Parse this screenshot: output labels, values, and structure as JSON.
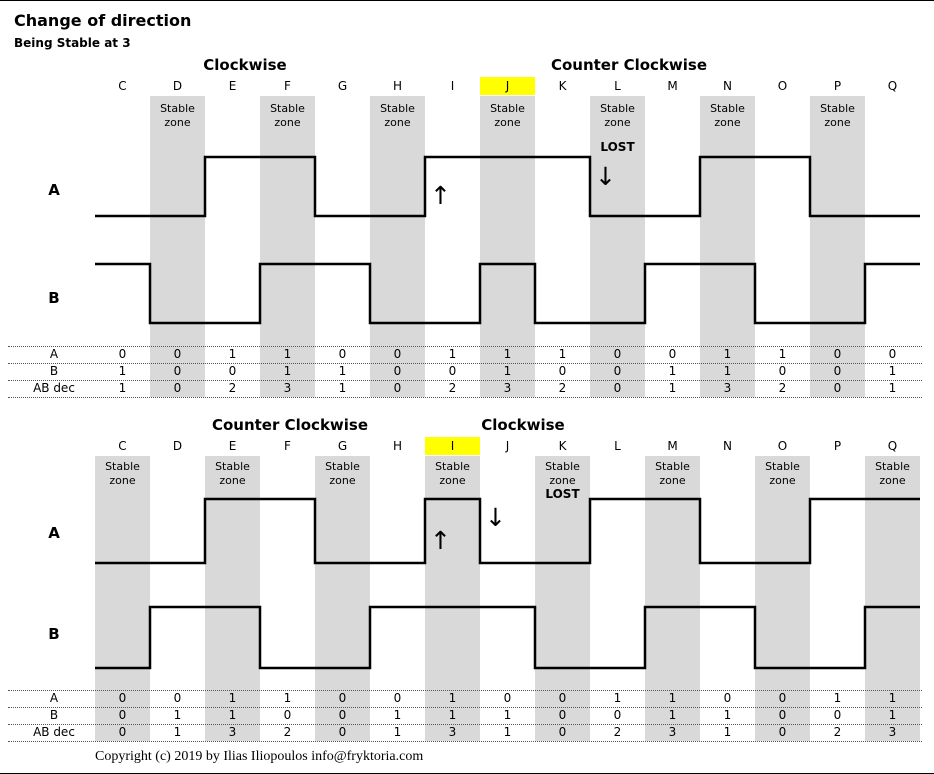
{
  "page": {
    "title": "Change of direction",
    "subtitle": "Being Stable at 3",
    "copyright": "Copyright (c) 2019 by Ilias Iliopoulos info@fryktoria.com"
  },
  "colors": {
    "stable_zone_fill": "#d9d9d9",
    "highlight_fill": "#ffff00",
    "signal_stroke": "#000000"
  },
  "labels": {
    "stable_zone": "Stable zone",
    "lost": "LOST",
    "signal_a": "A",
    "signal_b": "B",
    "row_a": "A",
    "row_b": "B",
    "row_ab_dec": "AB dec",
    "arrow_up": "↑",
    "arrow_down": "↓"
  },
  "panels": [
    {
      "heading_left": "Clockwise",
      "heading_right": "Counter Clockwise",
      "columns": [
        "C",
        "D",
        "E",
        "F",
        "G",
        "H",
        "I",
        "J",
        "K",
        "L",
        "M",
        "N",
        "O",
        "P",
        "Q"
      ],
      "stable_columns": [
        "D",
        "F",
        "H",
        "J",
        "L",
        "N",
        "P"
      ],
      "highlight_column": "J",
      "lost_column": "L",
      "arrow_up_column": "I",
      "arrow_down_column": "L",
      "signal_a_levels": [
        0,
        0,
        1,
        1,
        0,
        0,
        1,
        1,
        1,
        0,
        0,
        1,
        1,
        0,
        0
      ],
      "signal_b_levels": [
        1,
        0,
        0,
        1,
        1,
        0,
        0,
        1,
        0,
        0,
        1,
        1,
        0,
        0,
        1
      ],
      "table": {
        "A": [
          0,
          0,
          1,
          1,
          0,
          0,
          1,
          1,
          1,
          0,
          0,
          1,
          1,
          0,
          0
        ],
        "B": [
          1,
          0,
          0,
          1,
          1,
          0,
          0,
          1,
          0,
          0,
          1,
          1,
          0,
          0,
          1
        ],
        "AB_dec": [
          1,
          0,
          2,
          3,
          1,
          0,
          2,
          3,
          2,
          0,
          1,
          3,
          2,
          0,
          1
        ]
      }
    },
    {
      "heading_left": "Counter Clockwise",
      "heading_right": "Clockwise",
      "columns": [
        "C",
        "D",
        "E",
        "F",
        "G",
        "H",
        "I",
        "J",
        "K",
        "L",
        "M",
        "N",
        "O",
        "P",
        "Q"
      ],
      "stable_columns": [
        "C",
        "E",
        "G",
        "I",
        "K",
        "M",
        "O",
        "Q"
      ],
      "highlight_column": "I",
      "lost_column": "K",
      "arrow_up_column": "I",
      "arrow_down_column": "J",
      "signal_a_levels": [
        0,
        0,
        1,
        1,
        0,
        0,
        1,
        0,
        0,
        1,
        1,
        0,
        0,
        1,
        1
      ],
      "signal_b_levels": [
        0,
        1,
        1,
        0,
        0,
        1,
        1,
        1,
        0,
        0,
        1,
        1,
        0,
        0,
        1
      ],
      "table": {
        "A": [
          0,
          0,
          1,
          1,
          0,
          0,
          1,
          0,
          0,
          1,
          1,
          0,
          0,
          1,
          1
        ],
        "B": [
          0,
          1,
          1,
          0,
          0,
          1,
          1,
          1,
          0,
          0,
          1,
          1,
          0,
          0,
          1
        ],
        "AB_dec": [
          0,
          1,
          3,
          2,
          0,
          1,
          3,
          1,
          0,
          2,
          3,
          1,
          0,
          2,
          3
        ]
      }
    }
  ]
}
